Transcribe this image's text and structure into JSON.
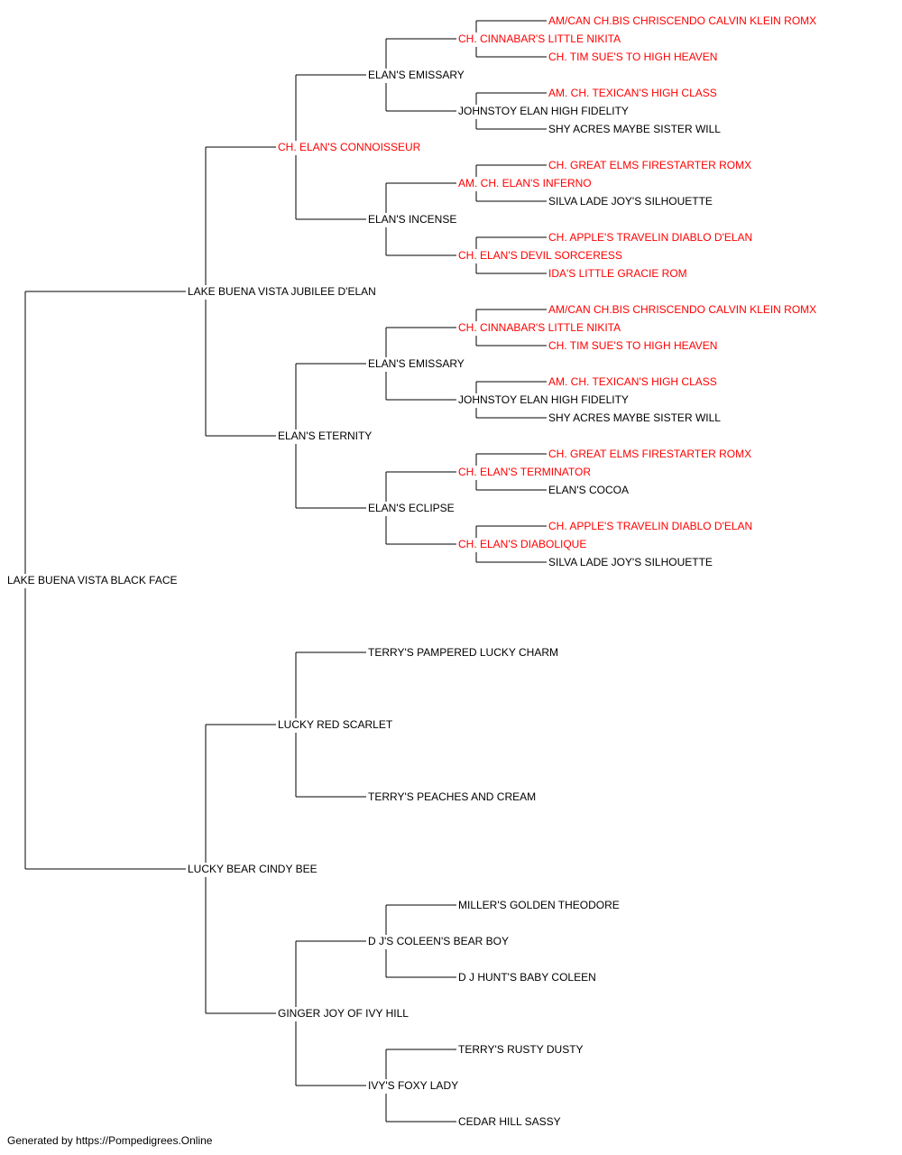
{
  "colors": {
    "champion": "#ff0000",
    "normal": "#000000",
    "line": "#000000"
  },
  "pedigree": {
    "name": "LAKE BUENA VISTA BLACK FACE",
    "champion": false,
    "sire": {
      "name": "LAKE BUENA VISTA JUBILEE D'ELAN",
      "champion": false,
      "sire": {
        "name": "CH. ELAN'S CONNOISSEUR",
        "champion": true,
        "sire": {
          "name": "ELAN'S EMISSARY",
          "champion": false,
          "sire": {
            "name": "CH. CINNABAR'S LITTLE NIKITA",
            "champion": true,
            "sire": {
              "name": "AM/CAN CH.BIS CHRISCENDO CALVIN KLEIN ROMX",
              "champion": true
            },
            "dam": {
              "name": "CH. TIM SUE'S TO HIGH HEAVEN",
              "champion": true
            }
          },
          "dam": {
            "name": "JOHNSTOY ELAN HIGH FIDELITY",
            "champion": false,
            "sire": {
              "name": "AM. CH. TEXICAN'S HIGH CLASS",
              "champion": true
            },
            "dam": {
              "name": "SHY ACRES MAYBE SISTER WILL",
              "champion": false
            }
          }
        },
        "dam": {
          "name": "ELAN'S INCENSE",
          "champion": false,
          "sire": {
            "name": "AM. CH. ELAN'S INFERNO",
            "champion": true,
            "sire": {
              "name": "CH. GREAT ELMS FIRESTARTER ROMX",
              "champion": true
            },
            "dam": {
              "name": "SILVA LADE JOY'S SILHOUETTE",
              "champion": false
            }
          },
          "dam": {
            "name": "CH. ELAN'S DEVIL SORCERESS",
            "champion": true,
            "sire": {
              "name": "CH. APPLE'S TRAVELIN DIABLO D'ELAN",
              "champion": true
            },
            "dam": {
              "name": "IDA'S LITTLE GRACIE ROM",
              "champion": true
            }
          }
        }
      },
      "dam": {
        "name": "ELAN'S ETERNITY",
        "champion": false,
        "sire": {
          "name": "ELAN'S EMISSARY",
          "champion": false,
          "sire": {
            "name": "CH. CINNABAR'S LITTLE NIKITA",
            "champion": true,
            "sire": {
              "name": "AM/CAN CH.BIS CHRISCENDO CALVIN KLEIN ROMX",
              "champion": true
            },
            "dam": {
              "name": "CH. TIM SUE'S TO HIGH HEAVEN",
              "champion": true
            }
          },
          "dam": {
            "name": "JOHNSTOY ELAN HIGH FIDELITY",
            "champion": false,
            "sire": {
              "name": "AM. CH. TEXICAN'S HIGH CLASS",
              "champion": true
            },
            "dam": {
              "name": "SHY ACRES MAYBE SISTER WILL",
              "champion": false
            }
          }
        },
        "dam": {
          "name": "ELAN'S ECLIPSE",
          "champion": false,
          "sire": {
            "name": "CH. ELAN'S TERMINATOR",
            "champion": true,
            "sire": {
              "name": "CH. GREAT ELMS FIRESTARTER ROMX",
              "champion": true
            },
            "dam": {
              "name": "ELAN'S COCOA",
              "champion": false
            }
          },
          "dam": {
            "name": "CH. ELAN'S DIABOLIQUE",
            "champion": true,
            "sire": {
              "name": "CH. APPLE'S TRAVELIN DIABLO D'ELAN",
              "champion": true
            },
            "dam": {
              "name": "SILVA LADE JOY'S SILHOUETTE",
              "champion": false
            }
          }
        }
      }
    },
    "dam": {
      "name": "LUCKY BEAR CINDY BEE",
      "champion": false,
      "sire": {
        "name": "LUCKY RED SCARLET",
        "champion": false,
        "sire": {
          "name": "TERRY'S PAMPERED LUCKY CHARM",
          "champion": false
        },
        "dam": {
          "name": "TERRY'S PEACHES AND CREAM",
          "champion": false
        }
      },
      "dam": {
        "name": "GINGER JOY OF IVY HILL",
        "champion": false,
        "sire": {
          "name": "D J'S COLEEN'S BEAR BOY",
          "champion": false,
          "sire": {
            "name": "MILLER'S GOLDEN THEODORE",
            "champion": false
          },
          "dam": {
            "name": "D J HUNT'S BABY COLEEN",
            "champion": false
          }
        },
        "dam": {
          "name": "IVY'S FOXY LADY",
          "champion": false,
          "sire": {
            "name": "TERRY'S RUSTY DUSTY",
            "champion": false
          },
          "dam": {
            "name": "CEDAR HILL SASSY",
            "champion": false
          }
        }
      }
    }
  },
  "footer": "Generated by https://Pompedigrees.Online"
}
